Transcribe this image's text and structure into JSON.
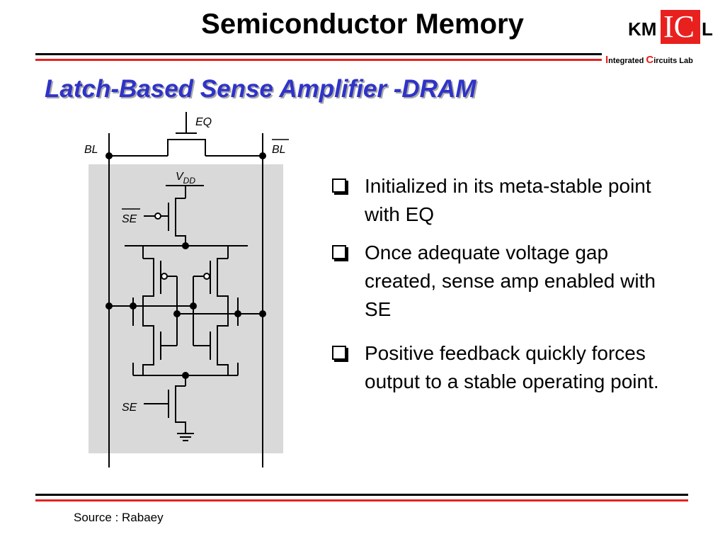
{
  "header": {
    "title": "Semiconductor Memory",
    "logo": {
      "part1": "KM",
      "part2": "IC",
      "part3": "L",
      "lab_line": [
        {
          "cap": "I",
          "rest": "ntegrated "
        },
        {
          "cap": "C",
          "rest": "ircuits Lab"
        }
      ]
    }
  },
  "subtitle": "Latch-Based Sense Amplifier -DRAM",
  "circuit": {
    "labels": {
      "eq": "EQ",
      "bl": "BL",
      "bl_bar": "BL",
      "vdd": "V",
      "vdd_sub": "DD",
      "se_bar": "SE",
      "se": "SE"
    }
  },
  "bullets": [
    "Initialized in its meta-stable point with EQ",
    "Once adequate voltage gap created, sense amp enabled with SE",
    "Positive feedback quickly forces output to a stable operating point."
  ],
  "footer": {
    "source": "Source : Rabaey"
  },
  "colors": {
    "accent_red": "#e8201e",
    "subtitle_blue": "#2f33c8",
    "shade": "#d9d9d9"
  }
}
